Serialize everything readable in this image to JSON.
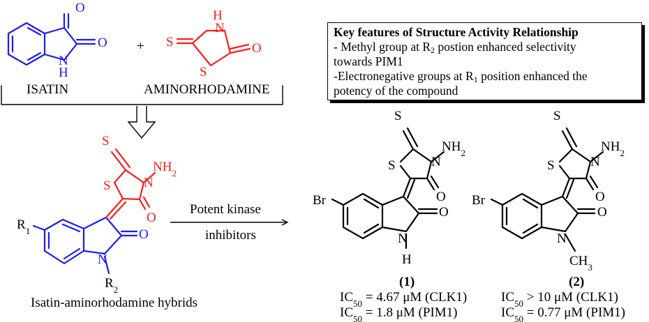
{
  "reactants": {
    "isatin": {
      "label": "ISATIN",
      "o1": "O",
      "o2": "O",
      "nh_n": "N",
      "nh_h": "H"
    },
    "plus": "+",
    "aminorhodamine": {
      "label": "AMINORHODAMINE",
      "s_exo": "S",
      "s_ring": "S",
      "nh_n": "N",
      "nh_h": "H",
      "o": "O"
    }
  },
  "hybrid": {
    "caption": "Isatin-aminorhodamine hybrids",
    "r1": "R",
    "r1_sub": "1",
    "r2": "R",
    "r2_sub": "2",
    "s_exo": "S",
    "s_ring": "S",
    "n_ring": "N",
    "nh2": "NH",
    "nh2_sub": "2",
    "o_rhod": "O",
    "o_isatin": "O",
    "n_isatin": "N"
  },
  "arrow": {
    "line1": "Potent kinase",
    "line2": "inhibitors"
  },
  "key_features": {
    "title": "Key features of Structure Activity Relationship",
    "line1_pre": "- Methyl group at R",
    "line1_sub": "2",
    "line1_post": " postion enhanced selectivity",
    "line2": "towards PIM1",
    "line3_pre": "-Electronegative groups at R",
    "line3_sub": "1",
    "line3_post": " position enhanced the",
    "line4": "potency of the compound"
  },
  "compound1": {
    "br": "Br",
    "s_exo": "S",
    "s_ring": "S",
    "n_ring": "N",
    "nh2": "NH",
    "nh2_sub": "2",
    "o_rhod": "O",
    "o_isatin": "O",
    "n": "N",
    "h": "H",
    "number": "1",
    "ic50_line1_pre": "IC",
    "ic50_line1_sub": "50",
    "ic50_line1_post": " = 4.67 μM (CLK1)",
    "ic50_line2_pre": "IC",
    "ic50_line2_sub": "50",
    "ic50_line2_post": " = 1.8 μM (PIM1)"
  },
  "compound2": {
    "br": "Br",
    "s_exo": "S",
    "s_ring": "S",
    "n_ring": "N",
    "nh2": "NH",
    "nh2_sub": "2",
    "o_rhod": "O",
    "o_isatin": "O",
    "n": "N",
    "ch3": "CH",
    "ch3_sub": "3",
    "number": "2",
    "ic50_line1_pre": "IC",
    "ic50_line1_sub": "50",
    "ic50_line1_post": " > 10 μM (CLK1)",
    "ic50_line2_pre": "IC",
    "ic50_line2_sub": "50",
    "ic50_line2_post": " = 0.77 μM (PIM1)"
  },
  "colors": {
    "isatin": "#1a1aff",
    "rhodamine": "#ff1a1a",
    "text": "#000000"
  }
}
